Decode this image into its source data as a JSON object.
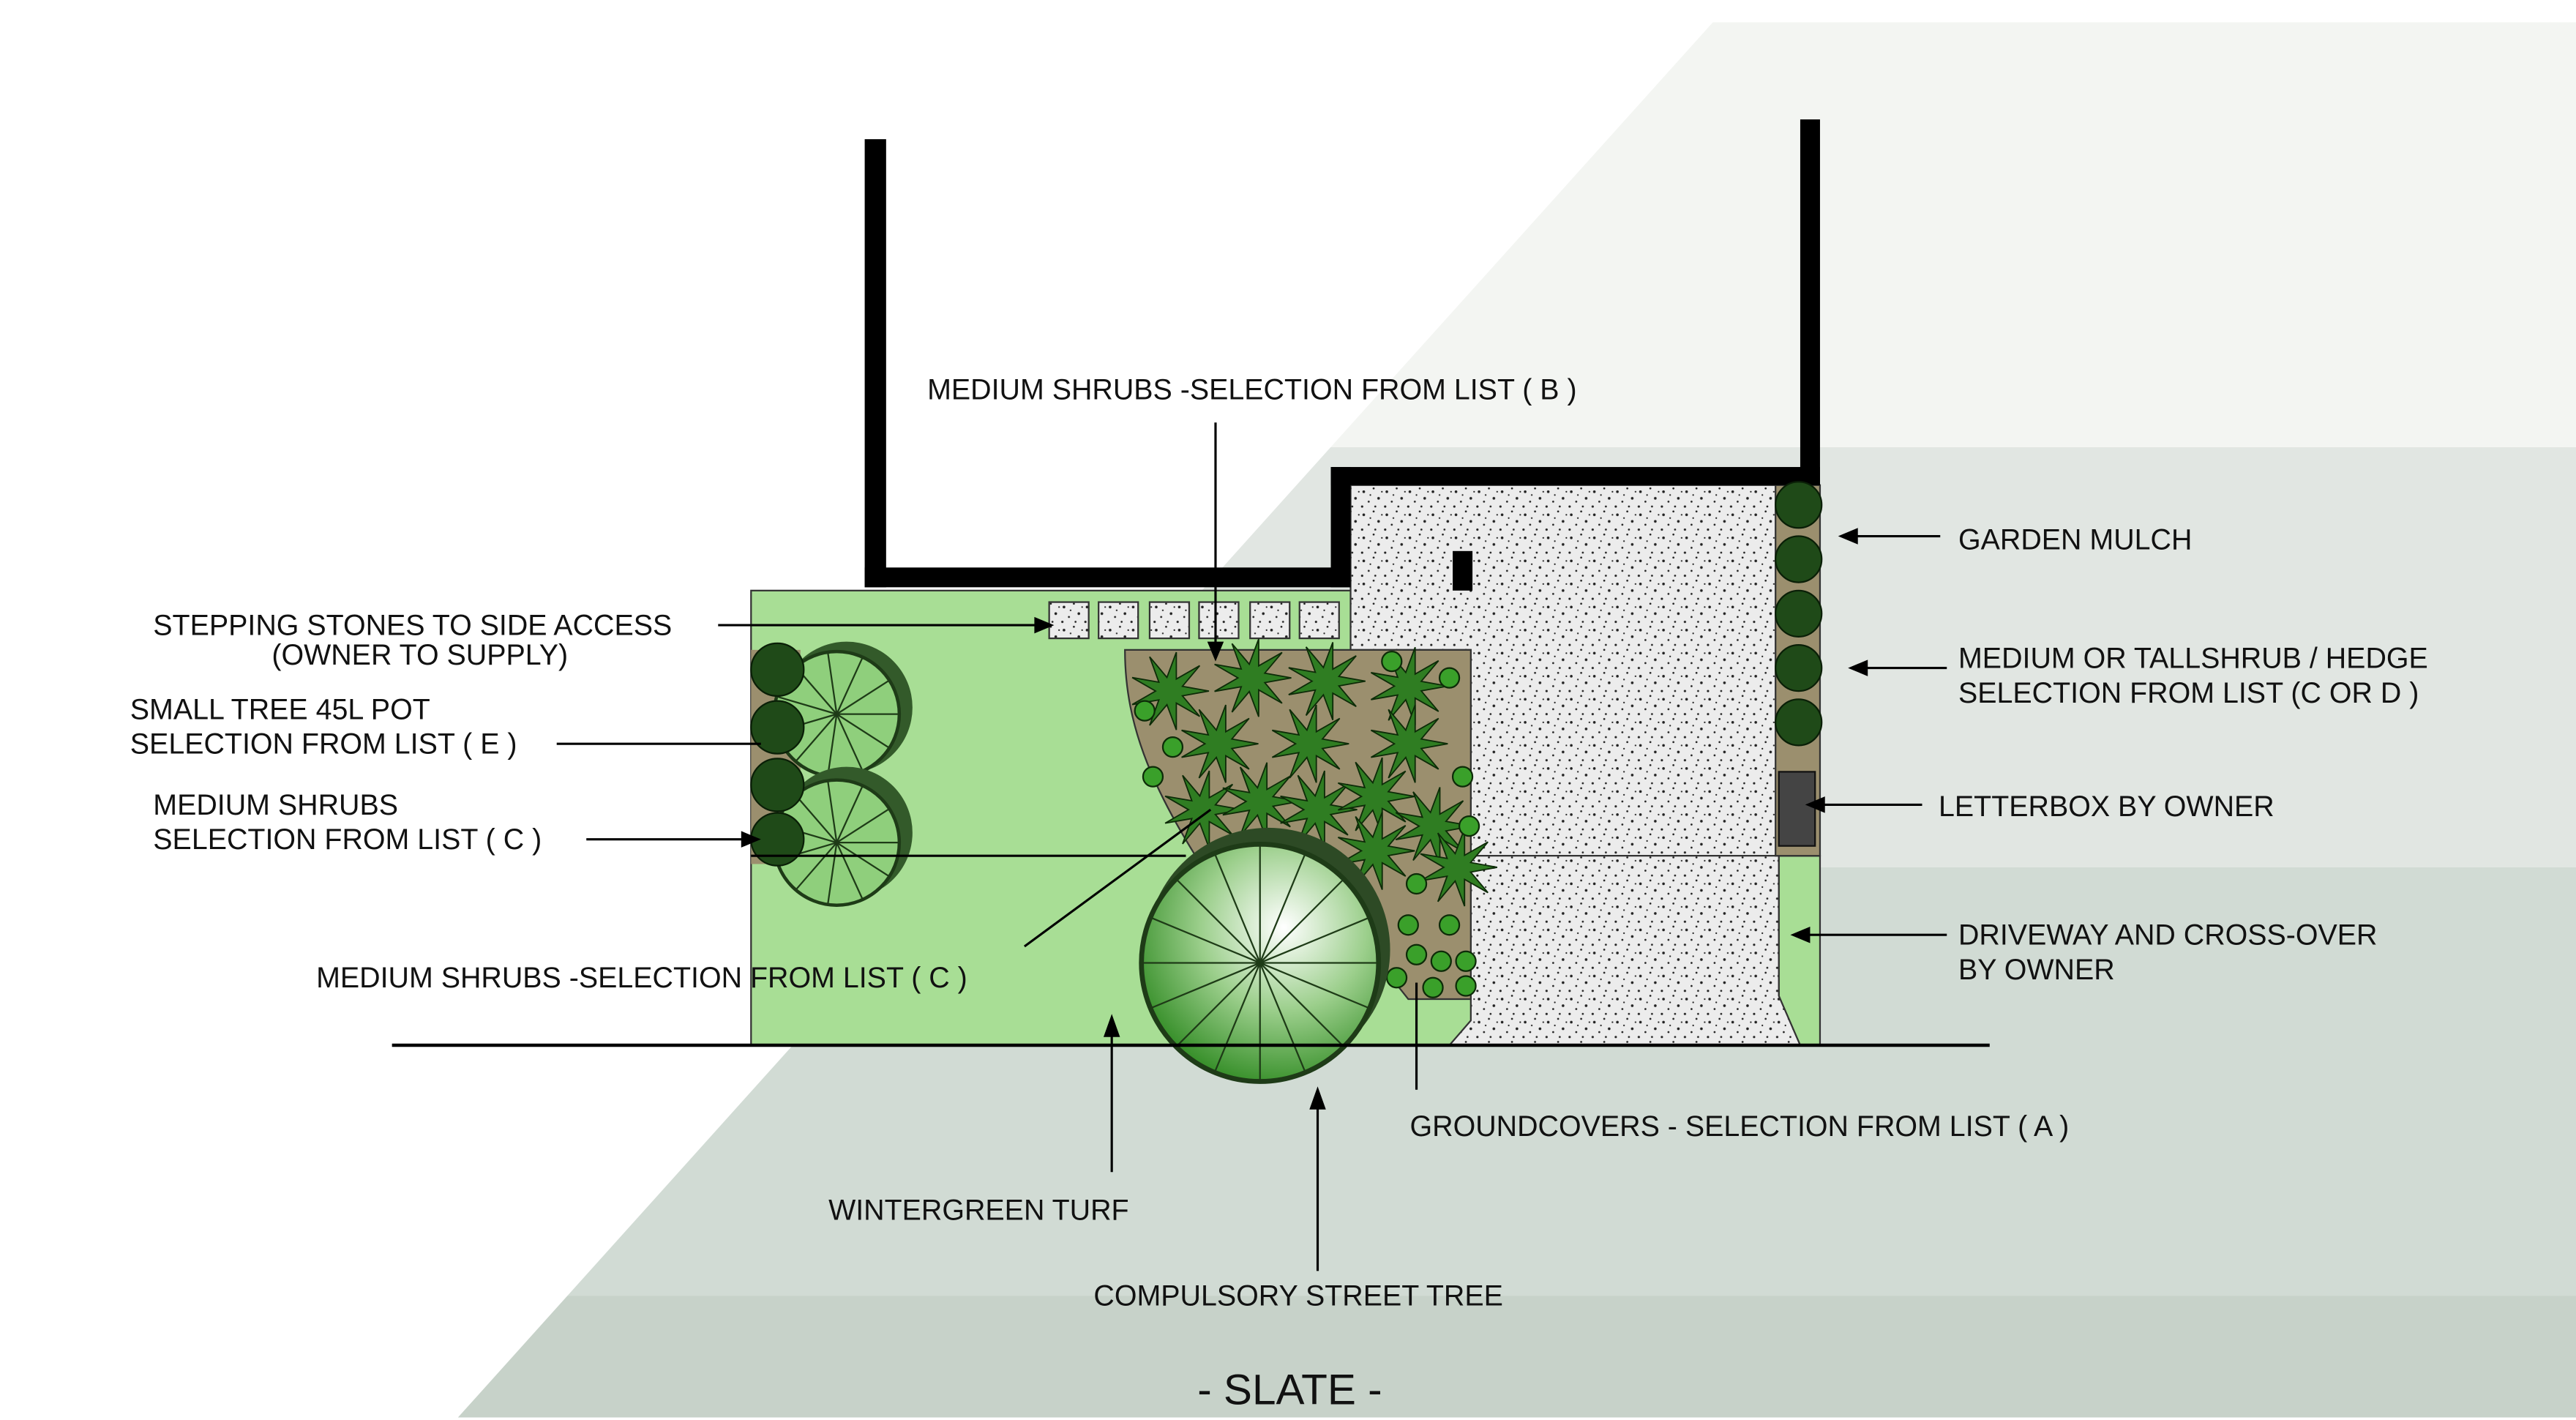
{
  "title": "- SLATE -",
  "labels": {
    "medium_shrubs_b": "MEDIUM SHRUBS -SELECTION FROM LIST ( B )",
    "stepping_stones_1": "STEPPING STONES TO SIDE ACCESS",
    "stepping_stones_2": "(OWNER TO SUPPLY)",
    "small_tree_1": "SMALL TREE 45L POT",
    "small_tree_2": "SELECTION FROM LIST ( E )",
    "medium_shrubs_c_1": "MEDIUM SHRUBS",
    "medium_shrubs_c_2": "SELECTION FROM LIST ( C )",
    "medium_shrubs_c_center": "MEDIUM SHRUBS -SELECTION FROM LIST ( C )",
    "garden_mulch": "GARDEN MULCH",
    "hedge_1": "MEDIUM OR TALLSHRUB / HEDGE",
    "hedge_2": "SELECTION FROM LIST (C OR D )",
    "letterbox": "LETTERBOX BY OWNER",
    "driveway_1": "DRIVEWAY AND CROSS-OVER",
    "driveway_2": "BY OWNER",
    "groundcovers": "GROUNDCOVERS - SELECTION FROM LIST ( A )",
    "turf": "WINTERGREEN TURF",
    "street_tree": "COMPULSORY STREET TREE"
  },
  "colors": {
    "turf": "#a8de95",
    "mulch": "#9b8f6e",
    "gravel": "#ececec",
    "wall": "#000000",
    "shrub": "#2f7d22"
  }
}
